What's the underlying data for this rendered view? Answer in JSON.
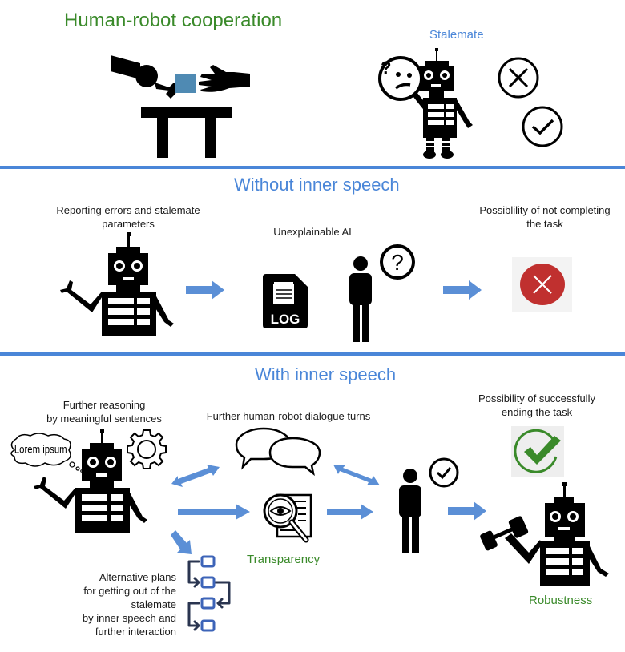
{
  "colors": {
    "accent_blue": "#4a86d8",
    "green": "#3a8a2a",
    "red": "#c0302f",
    "cube_blue": "#4f8ab3",
    "arrow_blue": "#5b8fd6"
  },
  "top": {
    "title": "Human-robot cooperation",
    "stalemate_label": "Stalemate"
  },
  "without": {
    "title": "Without inner speech",
    "reporting_label_1": "Reporting errors and stalemate",
    "reporting_label_2": "parameters",
    "unexplainable_label": "Unexplainable AI",
    "log_text": "LOG",
    "not_completing_label_1": "Possiblility of not completing",
    "not_completing_label_2": "the task"
  },
  "with": {
    "title": "With inner speech",
    "reasoning_label_1": "Further reasoning",
    "reasoning_label_2": "by meaningful sentences",
    "thought_text": "Lorem ipsum",
    "dialogue_label": "Further human-robot dialogue turns",
    "transparency_label": "Transparency",
    "success_label_1": "Possibility of successfully",
    "success_label_2": "ending the task",
    "robustness_label": "Robustness",
    "alt_plans_lines": [
      "Alternative plans",
      "for getting out of the stalemate",
      "by inner speech and",
      "further interaction"
    ]
  }
}
